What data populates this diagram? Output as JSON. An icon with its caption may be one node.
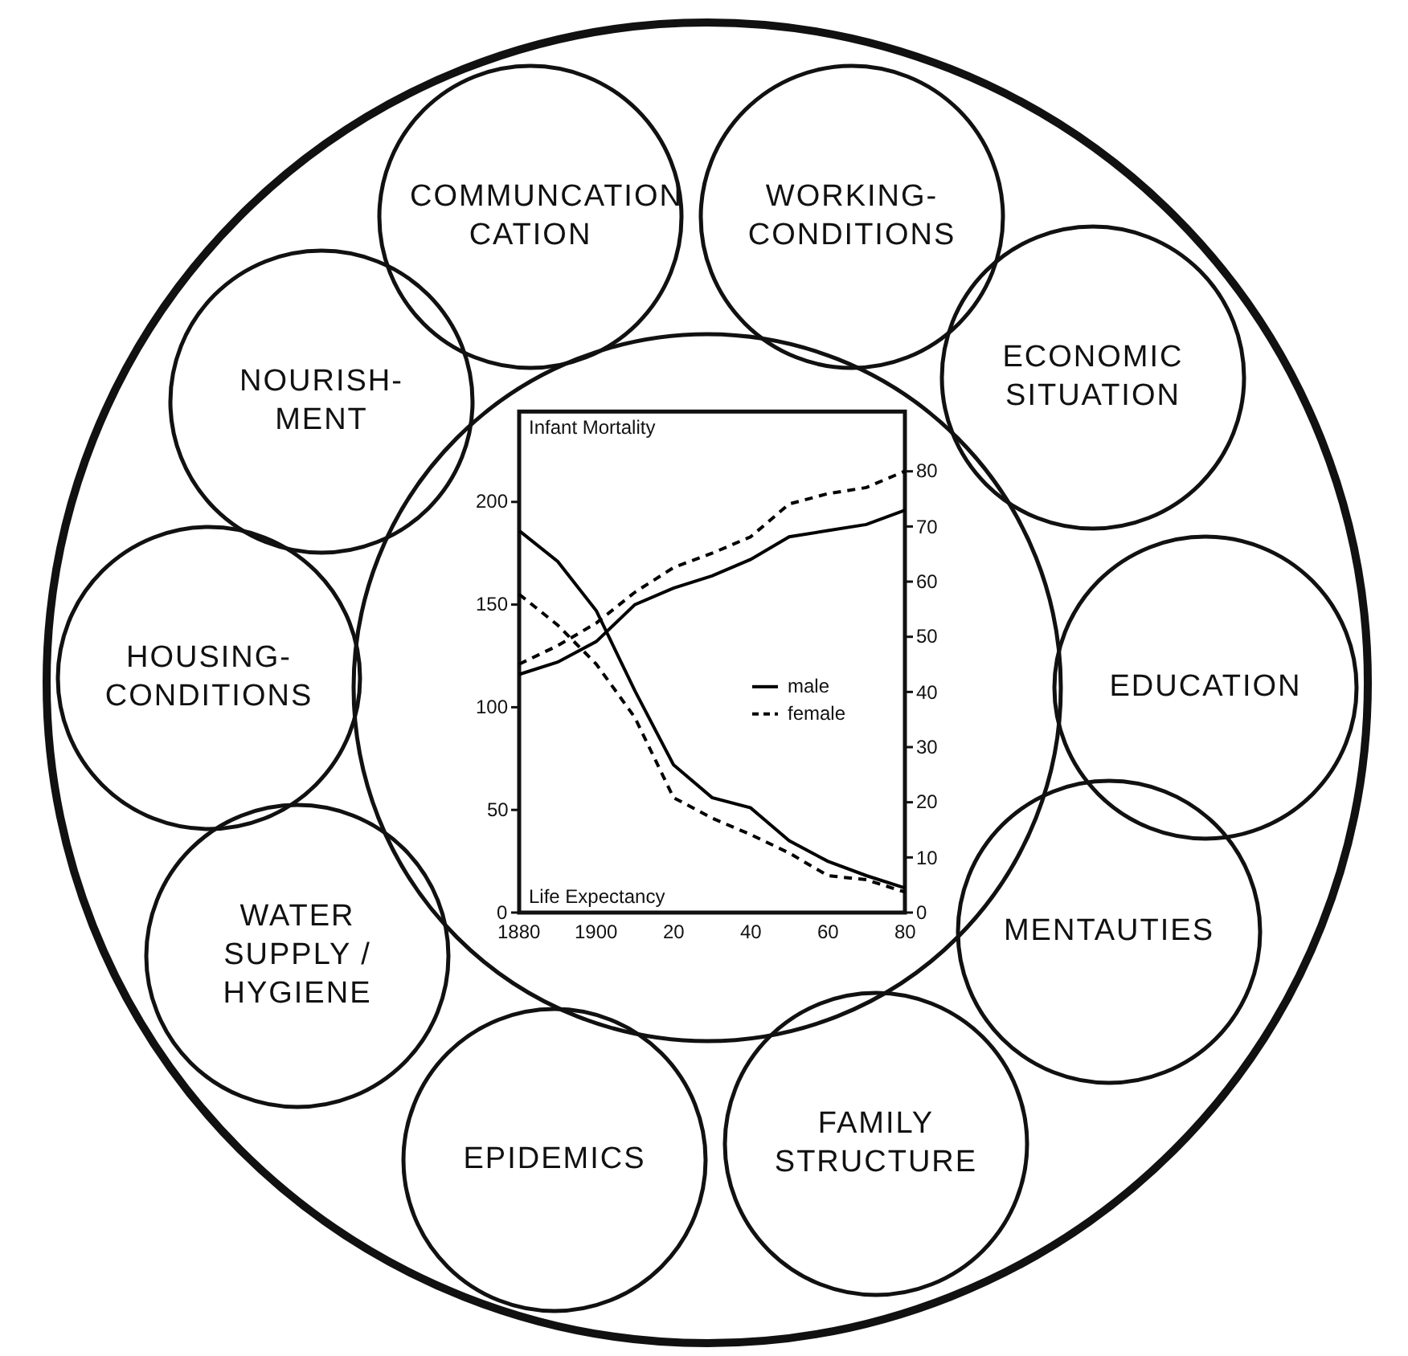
{
  "diagram": {
    "nodes": [
      {
        "text": [],
        "shape": "circle"
      },
      {
        "text": [
          "COMMUNCATION CATION"
        ],
        "in": 0
      },
      {
        "text": [
          "WORKING- CONDITIONS"
        ],
        "in": 0
      },
      {
        "text": [
          "NOURISH- MENT"
        ],
        "in": 0
      },
      {
        "text": [
          "ECONOMIC SITUATION"
        ],
        "in": 0
      },
      {
        "text": [],
        "shape": "circle",
        "in": 0
      },
      {
        "text": [
          "HOUSING- CONDITIONS"
        ],
        "in": 0
      },
      {
        "text": [
          "EDUCATION"
        ],
        "in": 0
      },
      {
        "text": [
          "WATER SUPPLY / HYGIENE"
        ],
        "in": 0
      },
      {
        "text": [
          "MENTAUTIES"
        ],
        "in": 0
      },
      {
        "text": [
          "FAMILY STRUCTURE"
        ],
        "in": 0
      },
      {
        "text": [
          "EPIDEMICS"
        ],
        "in": 0
      }
    ],
    "labels": [
      "0",
      "10",
      "20",
      "30",
      "40",
      "50",
      "60",
      "70",
      "80",
      "Life Expectancy"
    ],
    "legend": [
      {
        "text": "male"
      },
      {
        "text": "female"
      }
    ],
    "chart_data": {
      "type": "line",
      "ylabel": "Infant Mortality",
      "x": [
        1880,
        1890,
        1900,
        1910,
        1920,
        1930,
        1940,
        1950,
        1960,
        1970,
        1980
      ],
      "xlim": [
        1880,
        1980
      ],
      "ylim": [
        0,
        244
      ],
      "xticks": [
        {
          "value": 1880,
          "label": "1880"
        },
        {
          "value": 1900,
          "label": "1900"
        },
        {
          "value": 1920,
          "label": "20"
        },
        {
          "value": 1940,
          "label": "40"
        },
        {
          "value": 1960,
          "label": "60"
        },
        {
          "value": 1980,
          "label": "80"
        }
      ],
      "yticks": [
        0,
        50,
        100,
        150,
        200
      ],
      "series": [
        {
          "color": "#000000",
          "line_style": "solid",
          "values": [
            186,
            171,
            147,
            108,
            72,
            56,
            51,
            35,
            25,
            18,
            12
          ]
        },
        {
          "color": "#000000",
          "line_style": "dashed",
          "values": [
            155,
            140,
            121,
            95,
            56,
            46,
            38,
            29,
            18,
            16,
            10
          ]
        },
        {
          "color": "#000000",
          "line_style": "solid",
          "values": [
            116,
            122,
            132,
            150,
            158,
            164,
            172,
            183,
            186,
            189,
            196
          ]
        },
        {
          "color": "#000000",
          "line_style": "dashed",
          "values": [
            121,
            130,
            141,
            156,
            168,
            175,
            183,
            199,
            204,
            207,
            215
          ]
        }
      ]
    }
  }
}
